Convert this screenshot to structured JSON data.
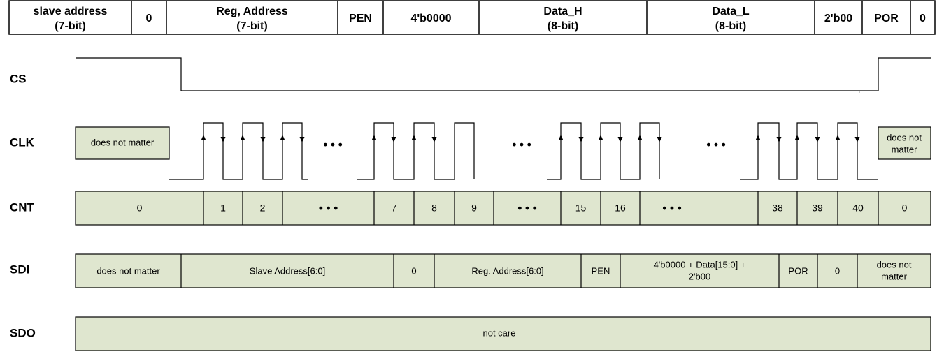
{
  "colors": {
    "fill": "#dfe6cf",
    "line": "#000000",
    "gray_line": "#9a9a9a"
  },
  "header": [
    {
      "label": "slave address",
      "sub": "(7-bit)"
    },
    {
      "label": "0",
      "sub": ""
    },
    {
      "label": "Reg, Address",
      "sub": "(7-bit)"
    },
    {
      "label": "PEN",
      "sub": ""
    },
    {
      "label": "4'b0000",
      "sub": ""
    },
    {
      "label": "Data_H",
      "sub": "(8-bit)"
    },
    {
      "label": "Data_L",
      "sub": "(8-bit)"
    },
    {
      "label": "2'b00",
      "sub": ""
    },
    {
      "label": "POR",
      "sub": ""
    },
    {
      "label": "0",
      "sub": ""
    }
  ],
  "signals": {
    "cs": "CS",
    "clk": "CLK",
    "cnt": "CNT",
    "sdi": "SDI",
    "sdo": "SDO"
  },
  "clk_boxes": {
    "left": "does not matter",
    "right_line1": "does not",
    "right_line2": "matter"
  },
  "ellipsis": "• • •",
  "cnt_cells": [
    "0",
    "1",
    "2",
    "• • •",
    "7",
    "8",
    "9",
    "• • •",
    "15",
    "16",
    "• • •",
    "38",
    "39",
    "40",
    "0"
  ],
  "sdi_cells": [
    {
      "l1": "does not matter",
      "l2": ""
    },
    {
      "l1": "Slave Address[6:0]",
      "l2": ""
    },
    {
      "l1": "0",
      "l2": ""
    },
    {
      "l1": "Reg. Address[6:0]",
      "l2": ""
    },
    {
      "l1": "PEN",
      "l2": ""
    },
    {
      "l1": "4'b0000 + Data[15:0] +",
      "l2": "2'b00"
    },
    {
      "l1": "POR",
      "l2": ""
    },
    {
      "l1": "0",
      "l2": ""
    },
    {
      "l1": "does not",
      "l2": "matter"
    }
  ],
  "sdo_cell": "not care"
}
